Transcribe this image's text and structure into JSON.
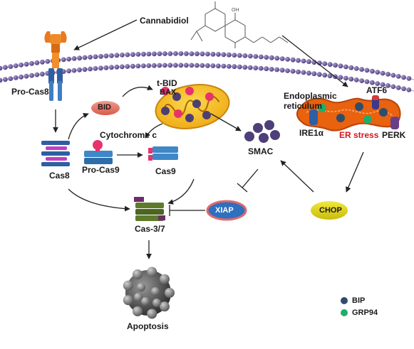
{
  "labels": {
    "cannabidiol": "Cannabidiol",
    "pro_cas8": "Pro-Cas8",
    "cas8": "Cas8",
    "bid": "BID",
    "tbid": "t-BID",
    "bax": "BAX",
    "cytochrome_c": "Cytochrome c",
    "pro_cas9": "Pro-Cas9",
    "cas9": "Cas9",
    "smac": "SMAC",
    "xiap": "XIAP",
    "cas37": "Cas-3/7",
    "apoptosis": "Apoptosis",
    "er_line1": "Endoplasmic",
    "er_line2": "reticulum",
    "atf6": "ATF6",
    "ire1a": "IRE1α",
    "perk": "PERK",
    "er_stress": "ER stress",
    "chop": "CHOP",
    "structure_oh": "OH"
  },
  "legend": [
    {
      "label": "BIP",
      "color": "#2e4d6b"
    },
    {
      "label": "GRP94",
      "color": "#1fae6a"
    }
  ],
  "colors": {
    "membrane_head": "#6b5a9c",
    "bid_fill": "#e9786a",
    "mito_fill": "#f5c020",
    "mito_stroke": "#c8850e",
    "tbid_dot": "#e8336a",
    "bax_dot": "#4d3e73",
    "smac_dot": "#4f3f78",
    "cas_blue": "#3f87c7",
    "cas_green": "#5e7a2c",
    "cas_purple": "#6e2c6a",
    "xiap_fill": "#2f6fbf",
    "xiap_ring": "#e06a6a",
    "chop_fill": "#e3d619",
    "er_fill": "#e8620f",
    "cytc": "#e8336a",
    "apoptosis_body": "#4a4a4a"
  }
}
